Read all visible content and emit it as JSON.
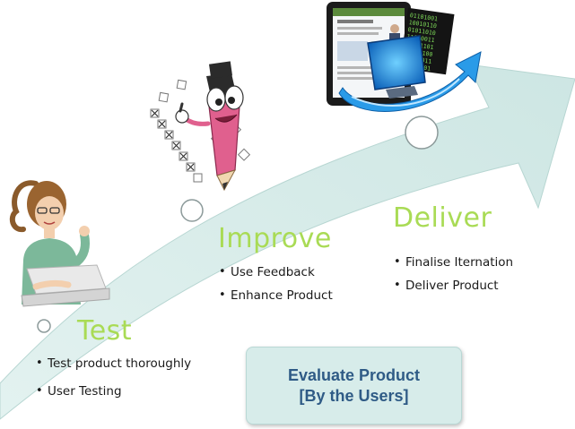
{
  "stages": [
    {
      "title": "Test",
      "bullets": [
        "Test product thoroughly",
        "User Testing"
      ]
    },
    {
      "title": "Improve",
      "bullets": [
        "Use Feedback",
        "Enhance Product"
      ]
    },
    {
      "title": "Deliver",
      "bullets": [
        "Finalise Iternation",
        "Deliver Product"
      ]
    }
  ],
  "evaluate_box": {
    "line1": "Evaluate Product",
    "line2": "[By the Users]"
  },
  "colors": {
    "arrow": "#d3e9e6",
    "arrow_edge": "#b7d6d2",
    "stage_title": "#a9db55",
    "evaluate_text": "#2f5b86",
    "evaluate_bg": "#d7ecea"
  },
  "icons": [
    "woman-laptop-icon",
    "pencil-mascot-icon",
    "tablet-computer-icon",
    "binary-code-icon",
    "blue-arrow-icon",
    "checkbox-grid-icon"
  ]
}
